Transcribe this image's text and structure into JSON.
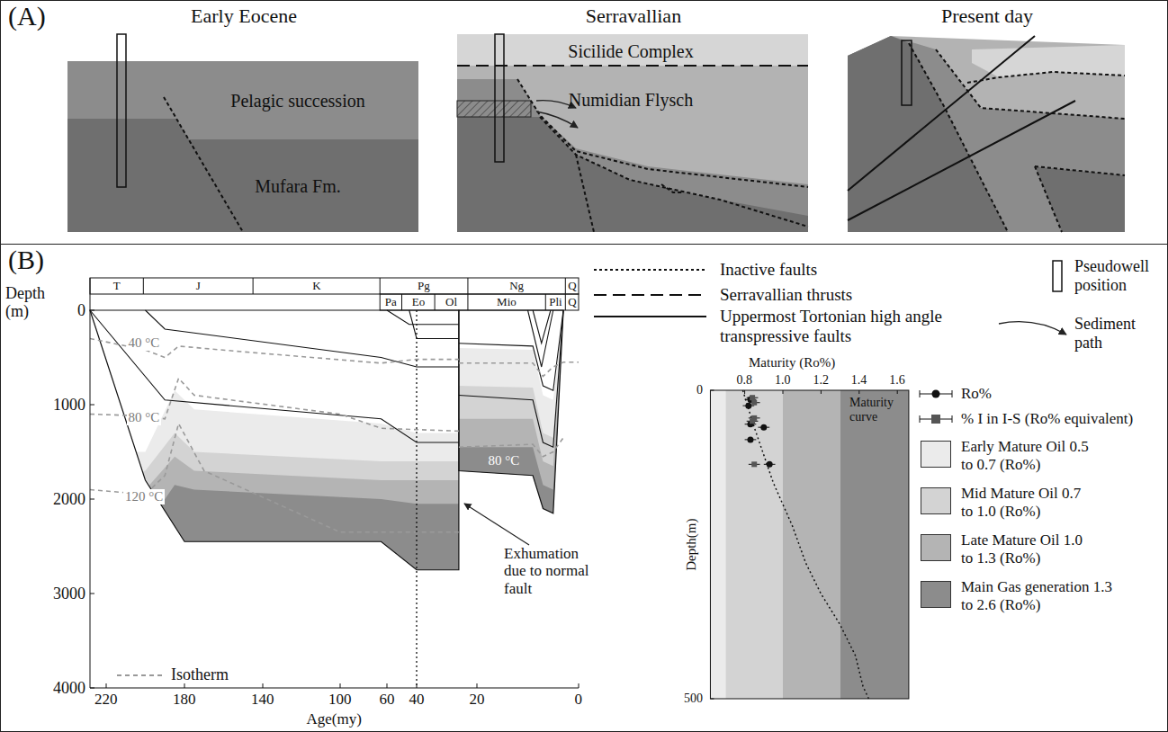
{
  "diagram": {
    "nodes": [
      {
        "text": [
          "(A)"
        ]
      },
      {
        "text": [
          "Early Eocene"
        ],
        "in": 0
      },
      {
        "text": [
          "Pelagic succession"
        ],
        "in": 1
      },
      {
        "text": [
          "Mufara Fm."
        ],
        "in": 1
      },
      {
        "text": [
          "Serravallian"
        ],
        "in": 0
      },
      {
        "text": [
          "Sicilide Complex"
        ],
        "in": 4
      },
      {
        "text": [
          "Numidian Flysch"
        ],
        "in": 4
      },
      {
        "text": [
          "Present day"
        ],
        "in": 0
      },
      {
        "text": [
          "(B)"
        ]
      }
    ],
    "labels": [
      "Depth (m)",
      "0",
      "1000",
      "2000",
      "3000",
      "4000",
      "220",
      "180",
      "140",
      "100",
      "60",
      "40",
      "20",
      "0",
      "Age(my)",
      "T",
      "J",
      "K",
      "Pg",
      "Ng",
      "Q",
      "Pa",
      "Eo",
      "Ol",
      "Mio",
      "Pli",
      "Q",
      "40 °C",
      "80 °C",
      "120 °C",
      "80 °C",
      "Exhumation due to normal fault",
      "Maturity (Ro%)",
      "0.8",
      "1.0",
      "1.2",
      "1.4",
      "1.6",
      "0",
      "500",
      "Depth(m)"
    ],
    "legend": [
      {
        "text": "Isotherm"
      },
      {
        "text": "Inactive faults"
      },
      {
        "text": "Serravallian thrusts"
      },
      {
        "text": "Uppermost Tortonian high angle transpressive faults"
      },
      {
        "text": "Pseudowell position"
      },
      {
        "text": "Sediment path"
      },
      {
        "text": "Maturity curve"
      },
      {
        "text": "Ro%"
      },
      {
        "text": "% I in I-S (Ro% equivalent)"
      },
      {
        "text": "Early Mature Oil 0.5 to 0.7 (Ro%)",
        "color": "#ebebeb"
      },
      {
        "text": "Mid Mature Oil 0.7 to 1.0 (Ro%)",
        "color": "#d3d3d3"
      },
      {
        "text": "Late Mature Oil 1.0 to 1.3 (Ro%)",
        "color": "#b4b4b4"
      },
      {
        "text": "Main Gas generation 1.3 to 2.6 (Ro%)",
        "color": "#8c8c8c"
      }
    ]
  }
}
